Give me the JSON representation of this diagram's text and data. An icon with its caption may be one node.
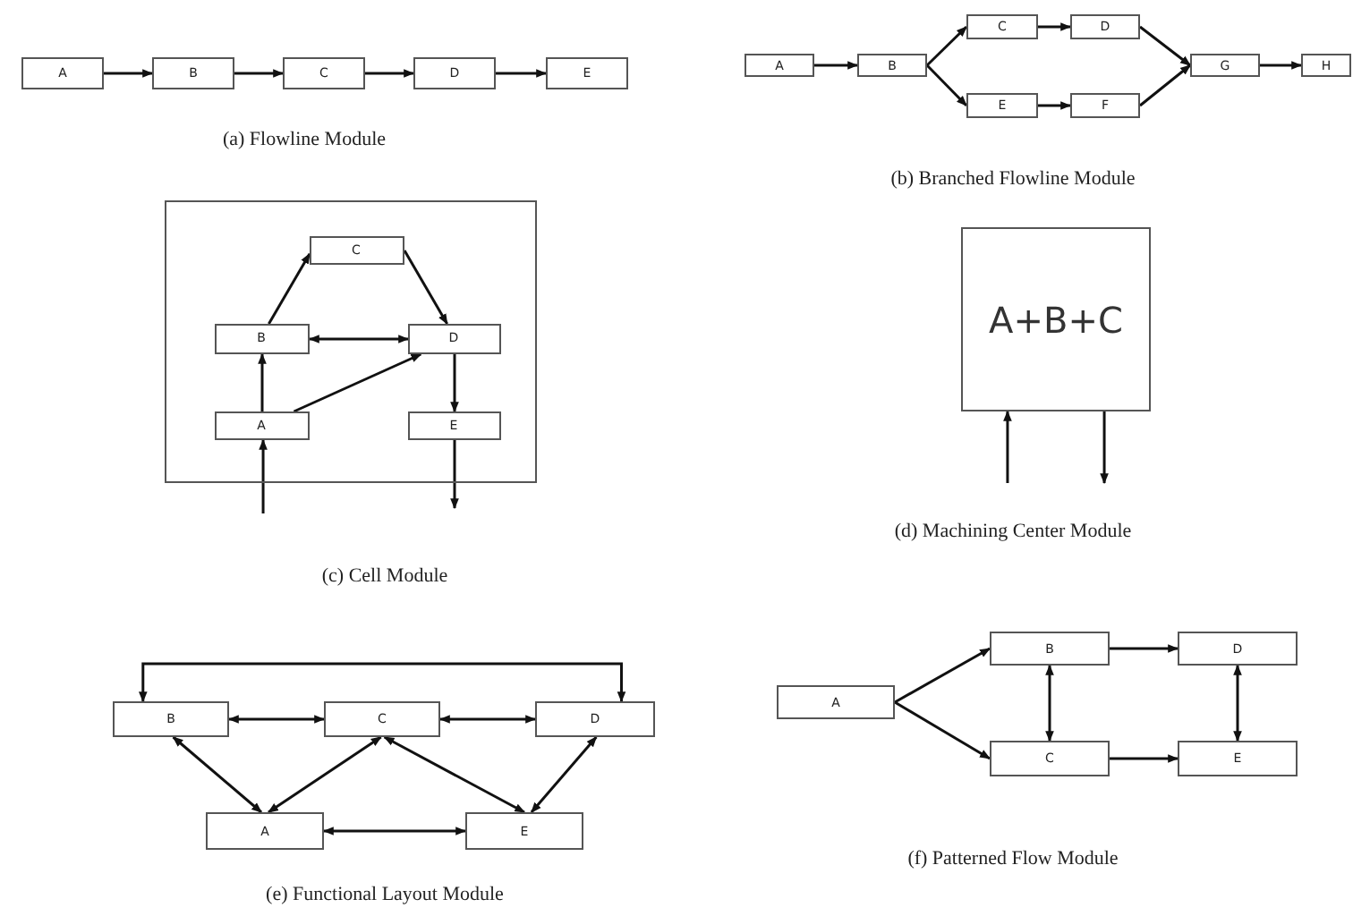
{
  "diagram": {
    "nodes": [
      {
        "text": [
          "A"
        ]
      },
      {
        "text": [
          "B"
        ]
      },
      {
        "text": [
          "C"
        ]
      },
      {
        "text": [
          "D"
        ]
      },
      {
        "text": [
          "E"
        ]
      },
      {
        "text": [
          "A"
        ]
      },
      {
        "text": [
          "B"
        ]
      },
      {
        "text": [
          "C"
        ]
      },
      {
        "text": [
          "D"
        ]
      },
      {
        "text": [
          "E"
        ]
      },
      {
        "text": [
          "F"
        ]
      },
      {
        "text": [
          "G"
        ]
      },
      {
        "text": [
          "H"
        ]
      },
      {
        "text": [],
        "shape": "box"
      },
      {
        "text": [
          "C"
        ],
        "in": 13
      },
      {
        "text": [
          "B"
        ],
        "in": 13
      },
      {
        "text": [
          "D"
        ],
        "in": 13
      },
      {
        "text": [
          "A"
        ],
        "in": 13
      },
      {
        "text": [
          "E"
        ],
        "in": 13
      },
      {
        "text": [
          "A+B+C"
        ]
      },
      {
        "text": [
          "B"
        ]
      },
      {
        "text": [
          "C"
        ]
      },
      {
        "text": [
          "D"
        ]
      },
      {
        "text": [
          "A"
        ]
      },
      {
        "text": [
          "E"
        ]
      },
      {
        "text": [
          "A"
        ]
      },
      {
        "text": [
          "B"
        ]
      },
      {
        "text": [
          "D"
        ]
      },
      {
        "text": [
          "C"
        ]
      },
      {
        "text": [
          "E"
        ]
      }
    ],
    "edges": [
      {
        "from": 0,
        "to": 1,
        "arrow": "to"
      },
      {
        "from": 1,
        "to": 2,
        "arrow": "to"
      },
      {
        "from": 2,
        "to": 3,
        "arrow": "to"
      },
      {
        "from": 3,
        "to": 4,
        "arrow": "to"
      },
      {
        "from": 5,
        "to": 6,
        "arrow": "to"
      },
      {
        "from": 6,
        "to": 7,
        "arrow": "to"
      },
      {
        "from": 6,
        "to": 9,
        "arrow": "to"
      },
      {
        "from": 7,
        "to": 8,
        "arrow": "to"
      },
      {
        "from": 9,
        "to": 10,
        "arrow": "to"
      },
      {
        "from": 8,
        "to": 11,
        "arrow": "to"
      },
      {
        "from": 10,
        "to": 11,
        "arrow": "to"
      },
      {
        "from": 11,
        "to": 12,
        "arrow": "to"
      },
      {
        "from": 15,
        "to": 14,
        "arrow": "to"
      },
      {
        "from": 14,
        "to": 16,
        "arrow": "to"
      },
      {
        "from": 15,
        "to": 16,
        "arrow": "both"
      },
      {
        "from": 17,
        "to": 15,
        "arrow": "to"
      },
      {
        "from": 17,
        "to": 16,
        "arrow": "to"
      },
      {
        "from": 16,
        "to": 18,
        "arrow": "to"
      },
      {
        "from": null,
        "to": 17,
        "arrow": "to"
      },
      {
        "from": 18,
        "to": null,
        "arrow": "to"
      },
      {
        "from": null,
        "to": 19,
        "arrow": "to"
      },
      {
        "from": 19,
        "to": null,
        "arrow": "to"
      },
      {
        "from": 20,
        "to": 22,
        "arrow": "both"
      },
      {
        "from": 20,
        "to": 21,
        "arrow": "both"
      },
      {
        "from": 21,
        "to": 22,
        "arrow": "both"
      },
      {
        "from": 20,
        "to": 23,
        "arrow": "both"
      },
      {
        "from": 21,
        "to": 23,
        "arrow": "both"
      },
      {
        "from": 21,
        "to": 24,
        "arrow": "both"
      },
      {
        "from": 22,
        "to": 24,
        "arrow": "both"
      },
      {
        "from": 23,
        "to": 24,
        "arrow": "both"
      },
      {
        "from": 25,
        "to": 26,
        "arrow": "to"
      },
      {
        "from": 25,
        "to": 28,
        "arrow": "to"
      },
      {
        "from": 26,
        "to": 27,
        "arrow": "to"
      },
      {
        "from": 28,
        "to": 29,
        "arrow": "to"
      },
      {
        "from": 26,
        "to": 28,
        "arrow": "both"
      },
      {
        "from": 27,
        "to": 29,
        "arrow": "both"
      }
    ],
    "labels": [
      "(a) Flowline Module",
      "(b) Branched Flowline Module",
      "(c) Cell Module",
      "(d) Machining Center Module",
      "(e) Functional Layout Module",
      "(f) Patterned Flow Module"
    ]
  }
}
